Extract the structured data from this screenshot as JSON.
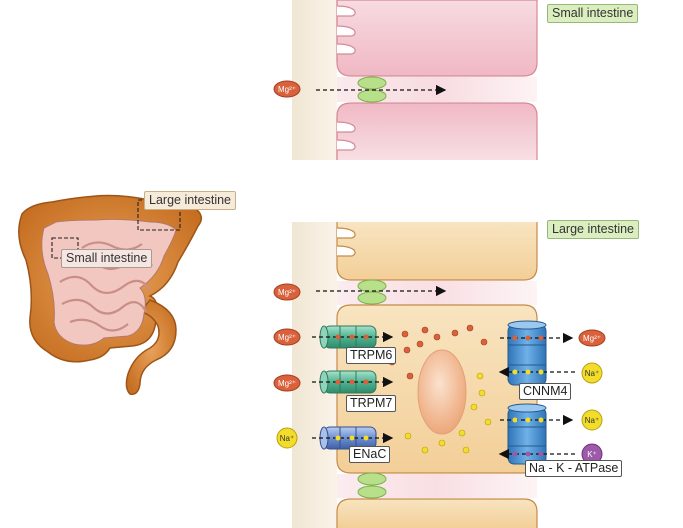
{
  "labels": {
    "small_intestine_panel": "Small intestine",
    "large_intestine_panel": "Large intestine",
    "organ_large": "Large intestine",
    "organ_small": "Small intestine"
  },
  "proteins": {
    "trpm6": "TRPM6",
    "trpm7": "TRPM7",
    "enac": "ENaC",
    "cnnm4": "CNNM4",
    "nak_atpase": "Na - K - ATPase"
  },
  "ions": {
    "mg": "Mg²⁺",
    "na": "Na⁺",
    "k": "K⁺"
  },
  "colors": {
    "villus_fill": "#f3c8d0",
    "villus_stroke": "#d48a96",
    "cell_fill": "#f7dcae",
    "cell_stroke": "#c58a4a",
    "basal_fill": "#f5ebda",
    "mg_ion": "#d9613c",
    "na_ion": "#f2dd2b",
    "k_ion": "#9c5aa8",
    "trpm_channel": "#5fbfa0",
    "enac_channel": "#6d8fd0",
    "cnnm_channel": "#3f8ed0",
    "junction": "#a9d37a",
    "panel_tag": "#dbeebf",
    "organ": "#d98a3a"
  }
}
